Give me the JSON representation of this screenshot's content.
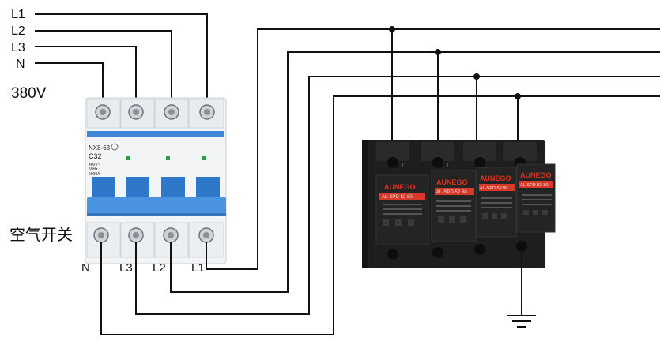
{
  "supply": {
    "lines": [
      "L1",
      "L2",
      "L3",
      "N"
    ],
    "voltage": "380V"
  },
  "breaker": {
    "name": "空气开关",
    "model": "NX8-63",
    "rating": "C32",
    "spec_lines": [
      "400V~",
      "50Hz",
      "6000A"
    ],
    "bottom_labels": [
      "N",
      "L3",
      "L2",
      "L1"
    ]
  },
  "spd": {
    "brand": "AUNEGO",
    "model": "AL-SPD-52 80",
    "module_count": 4,
    "terminal_mark": "L"
  },
  "colors": {
    "breaker_body": "#f1f3f5",
    "breaker_accent": "#3f86d6",
    "spd_body": "#1d1d1d",
    "spd_label": "#e0301e",
    "wire": "#111111"
  }
}
